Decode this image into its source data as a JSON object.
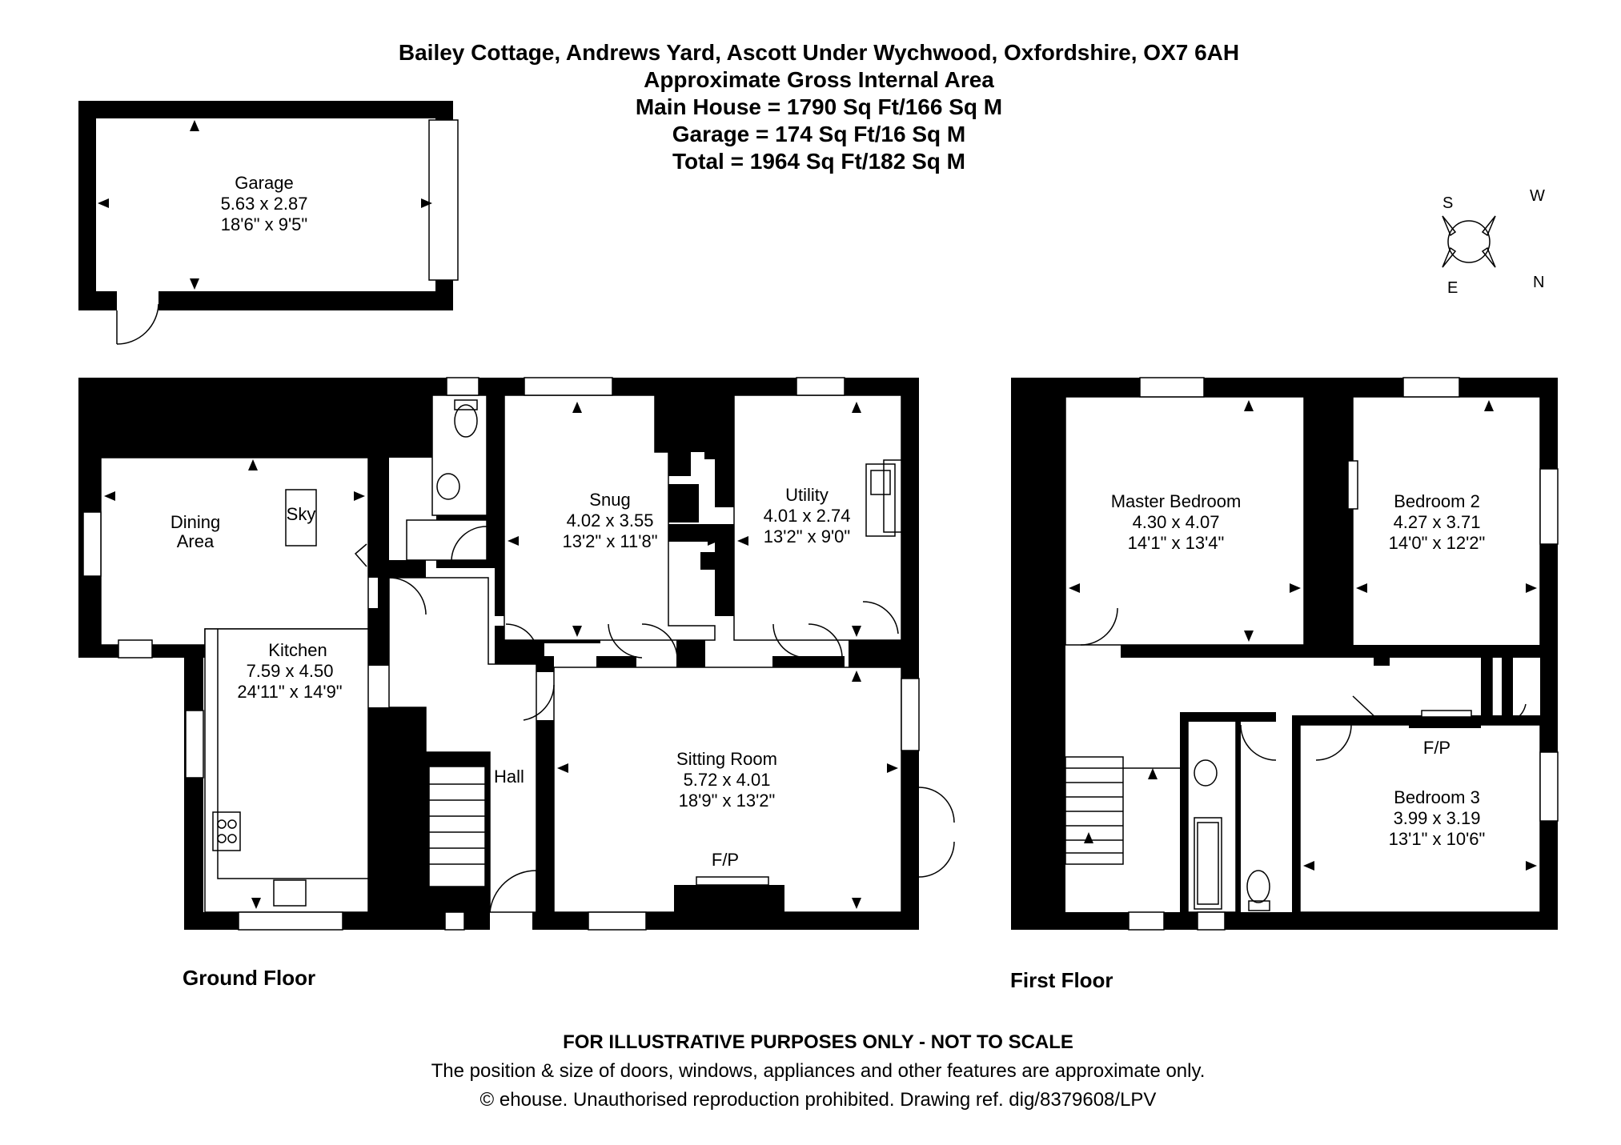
{
  "header": {
    "address": "Bailey Cottage, Andrews Yard, Ascott Under Wychwood, Oxfordshire, OX7 6AH",
    "area_title": "Approximate Gross Internal Area",
    "main_house": "Main House = 1790 Sq Ft/166 Sq M",
    "garage": "Garage = 174 Sq Ft/16 Sq M",
    "total": "Total = 1964 Sq Ft/182 Sq M"
  },
  "compass": {
    "s": "S",
    "w": "W",
    "e": "E",
    "n": "N"
  },
  "garage": {
    "name": "Garage",
    "metric": "5.63 x 2.87",
    "imperial": "18'6\" x 9'5\""
  },
  "ground_floor": {
    "label": "Ground Floor",
    "dining": {
      "line1": "Dining",
      "line2": "Area"
    },
    "sky": "Sky",
    "kitchen": {
      "name": "Kitchen",
      "metric": "7.59 x 4.50",
      "imperial": "24'11\" x 14'9\""
    },
    "snug": {
      "name": "Snug",
      "metric": "4.02 x 3.55",
      "imperial": "13'2\" x 11'8\""
    },
    "utility": {
      "name": "Utility",
      "metric": "4.01 x 2.74",
      "imperial": "13'2\" x 9'0\""
    },
    "hall": "Hall",
    "sitting": {
      "name": "Sitting Room",
      "metric": "5.72 x 4.01",
      "imperial": "18'9\" x 13'2\""
    },
    "fp": "F/P"
  },
  "first_floor": {
    "label": "First Floor",
    "master": {
      "name": "Master Bedroom",
      "metric": "4.30 x 4.07",
      "imperial": "14'1\" x 13'4\""
    },
    "bed2": {
      "name": "Bedroom 2",
      "metric": "4.27 x 3.71",
      "imperial": "14'0\" x 12'2\""
    },
    "bed3": {
      "name": "Bedroom 3",
      "metric": "3.99 x 3.19",
      "imperial": "13'1\" x 10'6\""
    },
    "fp": "F/P"
  },
  "footer": {
    "line1": "FOR ILLUSTRATIVE PURPOSES ONLY - NOT TO SCALE",
    "line2": "The position & size of doors, windows, appliances and other features are approximate only.",
    "line3": "© ehouse. Unauthorised reproduction prohibited. Drawing ref. dig/8379608/LPV"
  }
}
